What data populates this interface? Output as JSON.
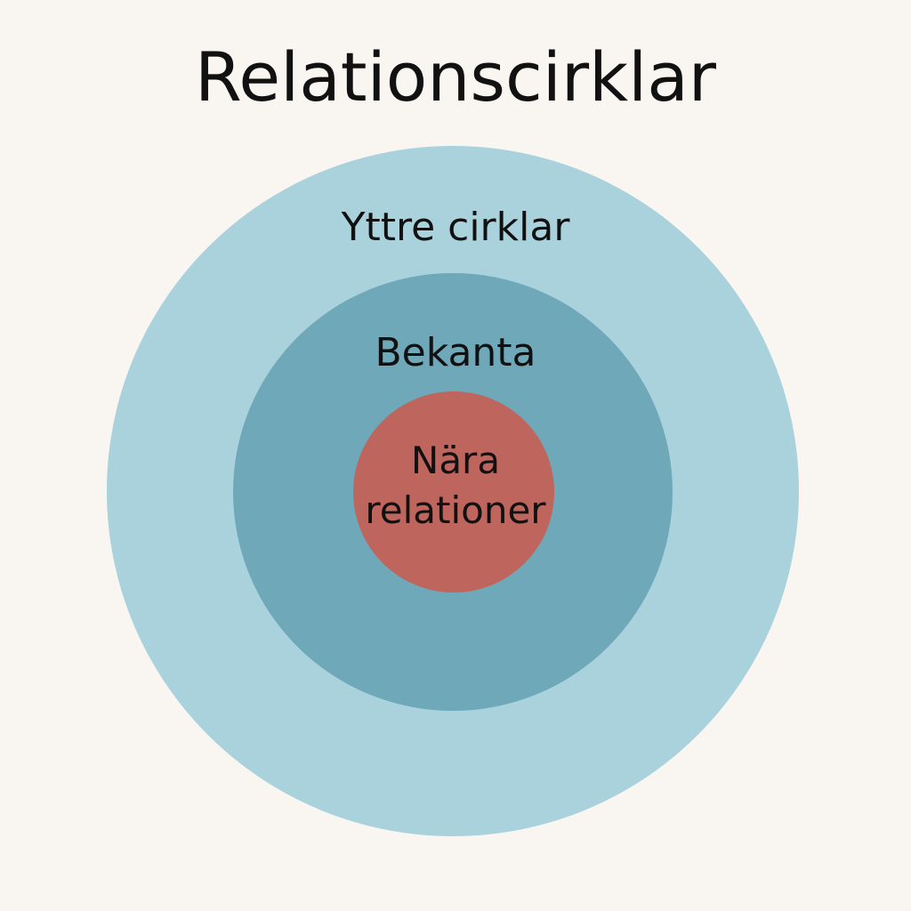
{
  "title": "Relationscirklar",
  "circles": {
    "outer": {
      "label": "Yttre cirklar",
      "color": "#a9d2dd"
    },
    "middle": {
      "label": "Bekanta",
      "color": "#6ea8b9"
    },
    "inner": {
      "label_line1": "Nära",
      "label_line2": "relationer",
      "color": "#be665d"
    }
  }
}
